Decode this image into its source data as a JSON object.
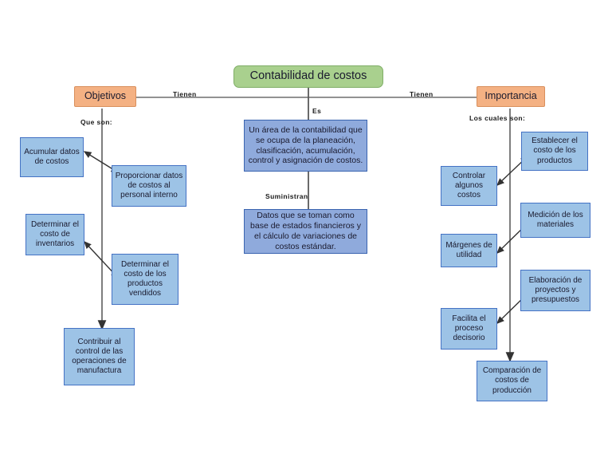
{
  "diagram": {
    "title": "Contabilidad de costos",
    "background": "#ffffff",
    "colors": {
      "root_fill": "#a9d08e",
      "root_border": "#7fae67",
      "branch_fill": "#f4b183",
      "branch_border": "#d98f5c",
      "center_fill": "#8faadc",
      "center_border": "#3a64b0",
      "leaf_fill": "#9dc3e6",
      "leaf_border": "#4472c4",
      "connector": "#595959"
    },
    "root": {
      "label": "Contabilidad de costos"
    },
    "branches": {
      "left": {
        "label": "Objetivos"
      },
      "right": {
        "label": "Importancia"
      }
    },
    "edge_labels": {
      "tienen_left": "Tienen",
      "tienen_right": "Tienen",
      "es": "Es",
      "suministran": "Suministran",
      "que_son": "Que son:",
      "los_cuales_son": "Los cuales son:"
    },
    "center_nodes": [
      {
        "label": "Un área de la contabilidad que se ocupa de la planeación, clasificación, acumulación, control y asignación de costos."
      },
      {
        "label": "Datos que se toman como base de estados financieros y el cálculo de variaciones de costos estándar."
      }
    ],
    "left_nodes": [
      {
        "label": "Acumular datos de costos"
      },
      {
        "label": "Proporcionar datos de costos al personal interno"
      },
      {
        "label": "Determinar el costo de inventarios"
      },
      {
        "label": "Determinar el costo de los productos vendidos"
      },
      {
        "label": "Contribuir al control de las operaciones de manufactura"
      }
    ],
    "right_nodes": [
      {
        "label": "Establecer el costo de los productos"
      },
      {
        "label": "Controlar algunos costos"
      },
      {
        "label": "Medición de los materiales"
      },
      {
        "label": "Márgenes de utilidad"
      },
      {
        "label": "Elaboración de proyectos y presupuestos"
      },
      {
        "label": "Facilita el proceso decisorio"
      },
      {
        "label": "Comparación de costos de producción"
      }
    ]
  }
}
